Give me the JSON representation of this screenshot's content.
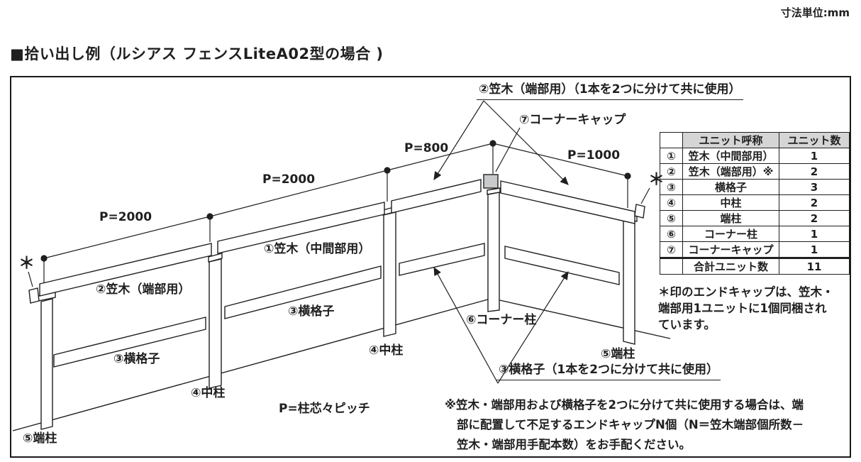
{
  "meta": {
    "unit_note": "寸法単位:mm"
  },
  "header": {
    "title": "■拾い出し例（ルシアス フェンスLiteA02型の場合 )"
  },
  "colors": {
    "ink": "#1f1f1f",
    "table_header_bg": "#d5d5d6",
    "corner_cap_fill": "#c9cacb"
  },
  "diagram": {
    "labels": {
      "top_end_rail": "②笠木（端部用）（1本を2つに分けて共に使用）",
      "corner_cap": "⑦コーナーキャップ",
      "mid_rail": "①笠木（中間部用）",
      "left_end_rail": "②笠木（端部用）",
      "slat_upper": "③横格子",
      "slat_lower": "③横格子",
      "mid_post_right": "④中柱",
      "mid_post_left": "④中柱",
      "end_post_left": "⑤端柱",
      "end_post_right": "⑤端柱",
      "corner_post": "⑥コーナー柱",
      "slat_split": "③横格子（1本を2つに分けて共に使用）",
      "pitch_note": "P=柱芯々ピッチ",
      "asterisk_left": "＊",
      "asterisk_right": "＊"
    },
    "dimensions": {
      "p_2000_a": "P=2000",
      "p_2000_b": "P=2000",
      "p_800": "P=800",
      "p_1000": "P=1000"
    }
  },
  "table": {
    "headers": [
      "",
      "ユニット呼称",
      "ユニット数"
    ],
    "rows": [
      {
        "no": "①",
        "name": "笠木（中間部用）",
        "qty": "1"
      },
      {
        "no": "②",
        "name": "笠木（端部用）※",
        "qty": "2"
      },
      {
        "no": "③",
        "name": "横格子",
        "qty": "3"
      },
      {
        "no": "④",
        "name": "中柱",
        "qty": "2"
      },
      {
        "no": "⑤",
        "name": "端柱",
        "qty": "2"
      },
      {
        "no": "⑥",
        "name": "コーナー柱",
        "qty": "1"
      },
      {
        "no": "⑦",
        "name": "コーナーキャップ",
        "qty": "1"
      },
      {
        "no": "",
        "name": "合計ユニット数",
        "qty": "11"
      }
    ],
    "note_lines": [
      "＊印のエンドキャップは、笠木・",
      "端部用1ユニットに1個同梱され",
      "ています。"
    ]
  },
  "footnote": {
    "lines": [
      "※笠木・端部用および横格子を2つに分けて共に使用する場合は、端",
      "部に配置して不足するエンドキャップN個（N＝笠木端部個所数－",
      "笠木・端部用手配本数）をお手配ください。"
    ]
  }
}
